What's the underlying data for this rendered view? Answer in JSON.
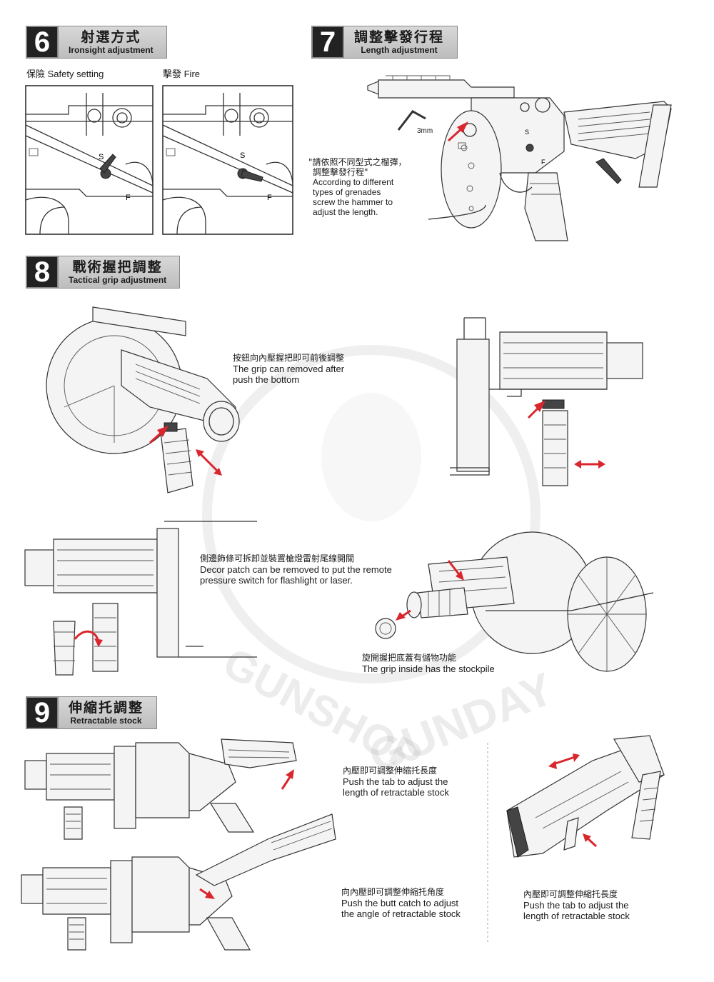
{
  "sections": {
    "s6": {
      "num": "6",
      "title_zh": "射選方式",
      "title_en": "Ironsight adjustment"
    },
    "s7": {
      "num": "7",
      "title_zh": "調整擊發行程",
      "title_en": "Length adjustment"
    },
    "s8": {
      "num": "8",
      "title_zh": "戰術握把調整",
      "title_en": "Tactical grip adjustment"
    },
    "s9": {
      "num": "9",
      "title_zh": "伸縮托調整",
      "title_en": "Retractable stock"
    }
  },
  "s6_labels": {
    "safety": "保險 Safety setting",
    "fire": "擊發 Fire",
    "s": "S",
    "f": "F"
  },
  "s7_text": {
    "tool": "3mm",
    "zh1": "\"請依照不同型式之榴彈，",
    "zh2": "調整擊發行程\"",
    "en1": "According to different",
    "en2": "types of grenades",
    "en3": "screw the hammer to",
    "en4": "adjust the length."
  },
  "s8_text": {
    "grip_zh": "按鈕向內壓握把即可前後調整",
    "grip_en1": "The grip can removed after",
    "grip_en2": "push the bottom",
    "patch_zh": "側邊飾條可拆卸並裝置槍燈雷射尾線開關",
    "patch_en1": "Decor patch can be removed to put the remote",
    "patch_en2": "pressure switch for flashlight or laser.",
    "stock_zh": "旋開握把底蓋有儲物功能",
    "stock_en": "The grip inside has the stockpile"
  },
  "s9_text": {
    "a_zh": "內壓即可調整伸縮托長度",
    "a_en1": "Push the tab to adjust the",
    "a_en2": "length of retractable stock",
    "b_zh": "向內壓即可調整伸縮托角度",
    "b_en1": "Push the butt catch to adjust",
    "b_en2": "the angle of retractable stock",
    "c_zh": "內壓即可調整伸縮托長度",
    "c_en1": "Push the tab to adjust the",
    "c_en2": "length of retractable stock"
  },
  "watermark": {
    "line1": "GUNSHOP",
    "line2": "GUNDAY"
  },
  "colors": {
    "accent_arrow": "#d9262c",
    "badge_dark": "#222222"
  }
}
